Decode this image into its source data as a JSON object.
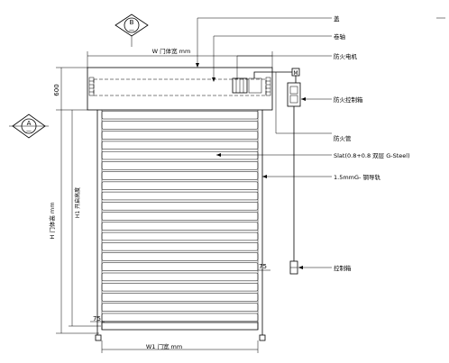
{
  "callouts": {
    "cover": "盖",
    "shaft": "卷轴",
    "motor": "防火电机",
    "control_box_fire": "防火控制箱",
    "fire_pipe": "防火管",
    "slat": "Slat(0.8+0.8 双层 G-Steel)",
    "guide_rail": "1.5mmG- 钢导轨",
    "control_box": "控制箱"
  },
  "dimensions": {
    "top_width": "W 门体宽 mm",
    "bottom_width": "W1 门宽 mm",
    "height_total": "H 门体高 mm",
    "height_clear": "H1 开启高度",
    "box_height": "600",
    "offset_right": "75",
    "offset_left": "75"
  },
  "section_markers": {
    "top": {
      "letter": "B",
      "sub": "—"
    },
    "left": {
      "letter": "A",
      "sub": "—"
    }
  },
  "box_labels": {
    "motor_mark": "M"
  },
  "slat_count": 21
}
